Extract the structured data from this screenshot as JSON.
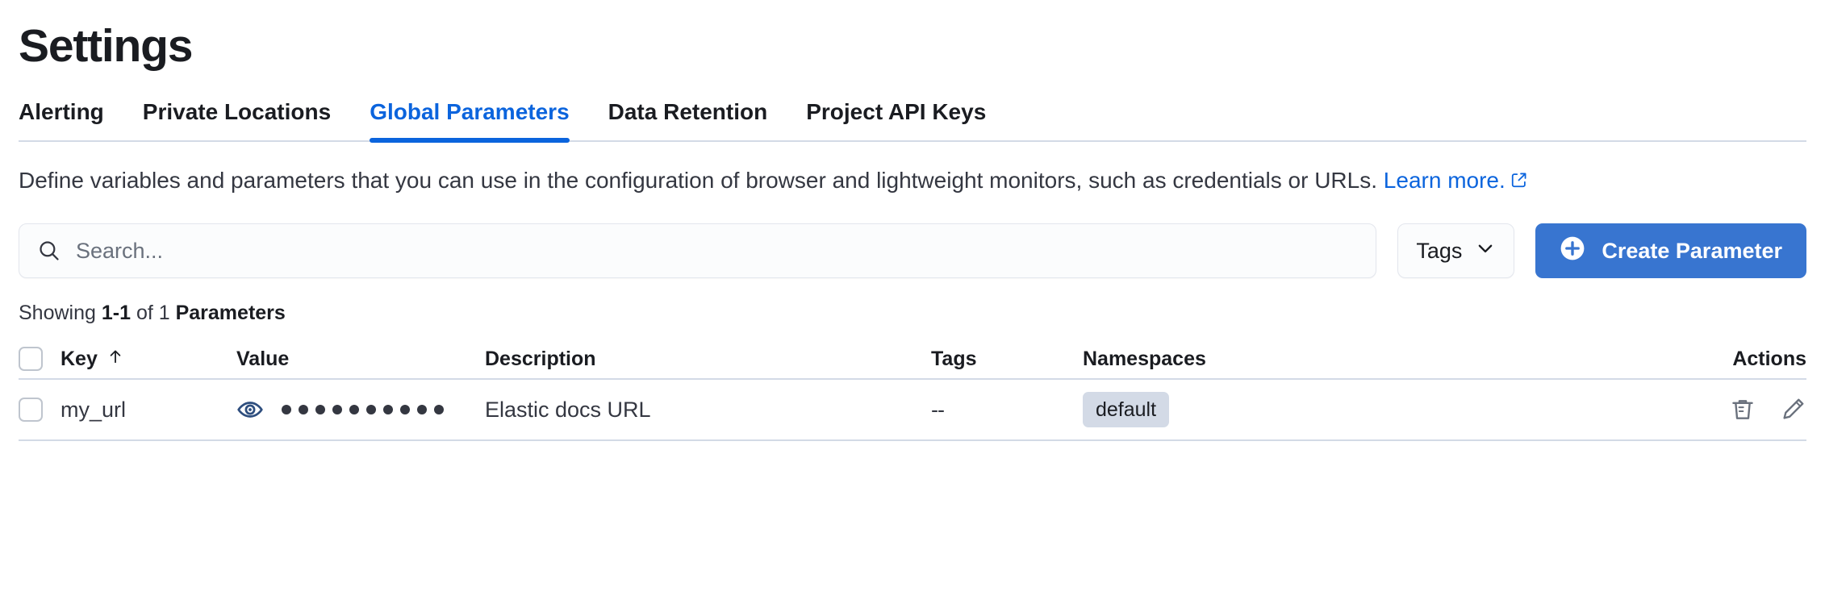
{
  "page": {
    "title": "Settings"
  },
  "tabs": [
    {
      "label": "Alerting",
      "active": false
    },
    {
      "label": "Private Locations",
      "active": false
    },
    {
      "label": "Global Parameters",
      "active": true
    },
    {
      "label": "Data Retention",
      "active": false
    },
    {
      "label": "Project API Keys",
      "active": false
    }
  ],
  "description": {
    "text": "Define variables and parameters that you can use in the configuration of browser and lightweight monitors, such as credentials or URLs. ",
    "link_label": "Learn more.",
    "link_icon": "external-link-icon"
  },
  "controls": {
    "search": {
      "placeholder": "Search...",
      "value": "",
      "icon": "search-icon"
    },
    "tags_button": {
      "label": "Tags",
      "icon": "chevron-down-icon"
    },
    "create_button": {
      "label": "Create Parameter",
      "icon": "plus-circle-icon",
      "color": "#3875d0"
    }
  },
  "results": {
    "showing_prefix": "Showing ",
    "range": "1-1",
    "of": " of 1 ",
    "entity": "Parameters"
  },
  "table": {
    "columns": [
      {
        "label": "Key",
        "sort_icon": "arrow-up-icon",
        "sorted": true
      },
      {
        "label": "Value"
      },
      {
        "label": "Description"
      },
      {
        "label": "Tags"
      },
      {
        "label": "Namespaces"
      },
      {
        "label": "Actions"
      }
    ],
    "rows": [
      {
        "selected": false,
        "key": "my_url",
        "value_masked_dots": 10,
        "value_toggle_icon": "eye-icon",
        "description": "Elastic docs URL",
        "tags": "--",
        "namespaces": [
          "default"
        ],
        "actions": [
          "trash-icon",
          "pencil-icon"
        ]
      }
    ]
  },
  "colors": {
    "accent_blue": "#0b64dd",
    "button_blue": "#3875d0",
    "eye_icon_blue": "#2e4e7e",
    "badge_bg": "#d3dae6",
    "border": "#d3dae6",
    "text": "#343741"
  }
}
